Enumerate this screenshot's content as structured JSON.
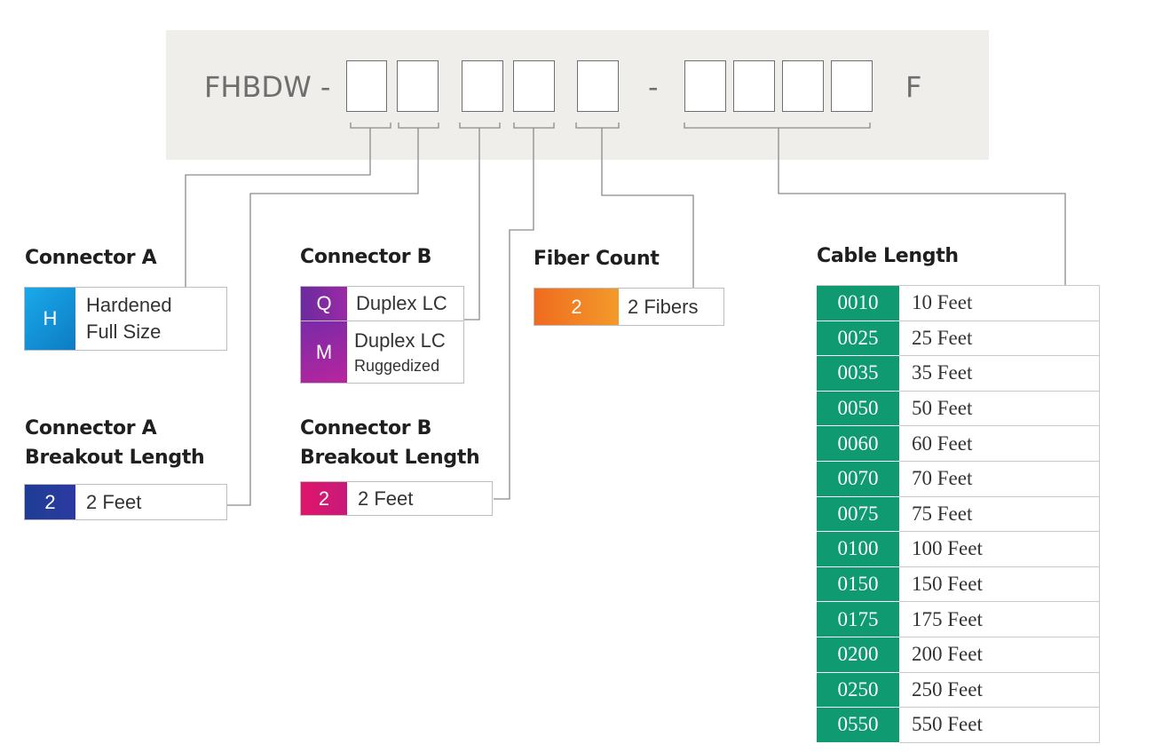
{
  "part_number": {
    "prefix": "FHBDW -",
    "separator": "-",
    "suffix": "F"
  },
  "sections": {
    "connector_a": {
      "title": "Connector A",
      "options": [
        {
          "code": "H",
          "label": "Hardened",
          "sublabel": "Full Size",
          "color_start": "#1aa9ea",
          "color_end": "#0d7cc4"
        }
      ]
    },
    "connector_a_breakout": {
      "title_line1": "Connector A",
      "title_line2": "Breakout Length",
      "options": [
        {
          "code": "2",
          "label": "2 Feet",
          "color_start": "#1f3d94",
          "color_end": "#2b3aa2"
        }
      ]
    },
    "connector_b": {
      "title": "Connector B",
      "options": [
        {
          "code": "Q",
          "label": "Duplex LC",
          "color_start": "#6c2a9e",
          "color_end": "#9a2aa6"
        },
        {
          "code": "M",
          "label": "Duplex LC",
          "sublabel": "Ruggedized",
          "color_start": "#7a2aa8",
          "color_end": "#b8259e"
        }
      ]
    },
    "connector_b_breakout": {
      "title_line1": "Connector B",
      "title_line2": "Breakout Length",
      "options": [
        {
          "code": "2",
          "label": "2 Feet",
          "color_start": "#e0156b",
          "color_end": "#c81a7a"
        }
      ]
    },
    "fiber_count": {
      "title": "Fiber Count",
      "options": [
        {
          "code": "2",
          "label": "2 Fibers",
          "color_start": "#ef6b1f",
          "color_end": "#f39a2a"
        }
      ]
    },
    "cable_length": {
      "title": "Cable Length",
      "color": "#0f9a72",
      "rows": [
        {
          "code": "0010",
          "label": "10 Feet"
        },
        {
          "code": "0025",
          "label": "25 Feet"
        },
        {
          "code": "0035",
          "label": "35 Feet"
        },
        {
          "code": "0050",
          "label": "50 Feet"
        },
        {
          "code": "0060",
          "label": "60 Feet"
        },
        {
          "code": "0070",
          "label": "70 Feet"
        },
        {
          "code": "0075",
          "label": "75 Feet"
        },
        {
          "code": "0100",
          "label": "100 Feet"
        },
        {
          "code": "0150",
          "label": "150 Feet"
        },
        {
          "code": "0175",
          "label": "175 Feet"
        },
        {
          "code": "0200",
          "label": "200 Feet"
        },
        {
          "code": "0250",
          "label": "250 Feet"
        },
        {
          "code": "0550",
          "label": "550 Feet"
        }
      ]
    }
  }
}
